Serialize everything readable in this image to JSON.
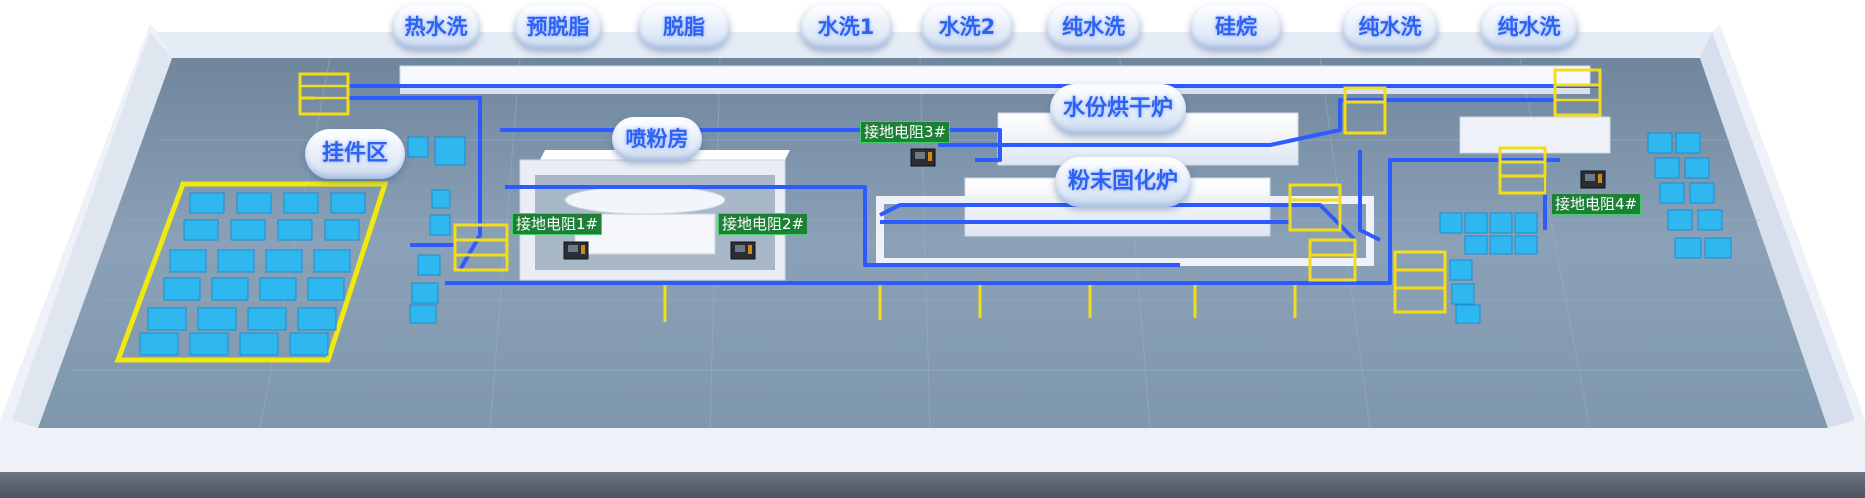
{
  "process_labels": [
    "热水洗",
    "预脱脂",
    "脱脂",
    "水洗1",
    "水洗2",
    "纯水洗",
    "硅烷",
    "纯水洗",
    "纯水洗"
  ],
  "zones": {
    "hanging_area": "挂件区",
    "spray_room": "喷粉房",
    "drying_oven": "水份烘干炉",
    "curing_oven": "粉末固化炉"
  },
  "grounding_resistors": [
    "接地电阻1#",
    "接地电阻2#",
    "接地电阻3#",
    "接地电阻4#"
  ],
  "colors": {
    "floor": "#7d94ab",
    "wall": "#eef2f8",
    "conveyor": "#2d5bff",
    "rack": "#f4dc1a",
    "crate": "#2fb7f0",
    "label_text": "#2e63f2",
    "tag_bg": "#1e7f36"
  }
}
